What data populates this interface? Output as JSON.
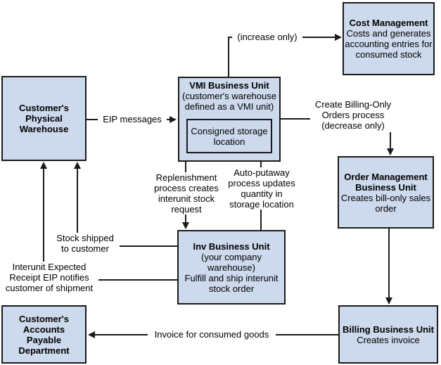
{
  "colors": {
    "box_fill": "#cdd9ec",
    "box_border": "#1a1a1a",
    "line": "#1a1a1a",
    "background": "#ffffff"
  },
  "boxes": {
    "warehouse": {
      "title": "Customer's\nPhysical\nWarehouse"
    },
    "vmi": {
      "title": "VMI Business Unit",
      "subtitle": "(customer's warehouse\ndefined as a VMI unit)",
      "inner_label": "Consigned storage\nlocation"
    },
    "cost": {
      "title": "Cost Management",
      "body": "Costs and generates\naccounting entries for\nconsumed stock"
    },
    "order": {
      "title": "Order Management\nBusiness Unit",
      "body": "Creates bill-only sales\norder"
    },
    "inv": {
      "title": "Inv Business Unit",
      "body": "(your company\nwarehouse)\nFulfill and ship interunit\nstock order"
    },
    "billing": {
      "title": "Billing Business Unit",
      "body": "Creates invoice"
    },
    "accounts_payable": {
      "title": "Customer's\nAccounts\nPayable\nDepartment"
    }
  },
  "edge_labels": {
    "eip": "EIP messages",
    "increase_only": "(increase only)",
    "create_billing": "Create Billing-Only\nOrders process\n(decrease only)",
    "replenishment": "Replenishment\nprocess creates\ninterunit stock\nrequest",
    "auto_putaway": "Auto-putaway\nprocess updates\nquantity in\nstorage location",
    "stock_shipped": "Stock shipped\nto customer",
    "interunit_receipt": "Interunit Expected\nReceipt EIP notifies\ncustomer of shipment",
    "invoice": "Invoice for consumed goods"
  }
}
